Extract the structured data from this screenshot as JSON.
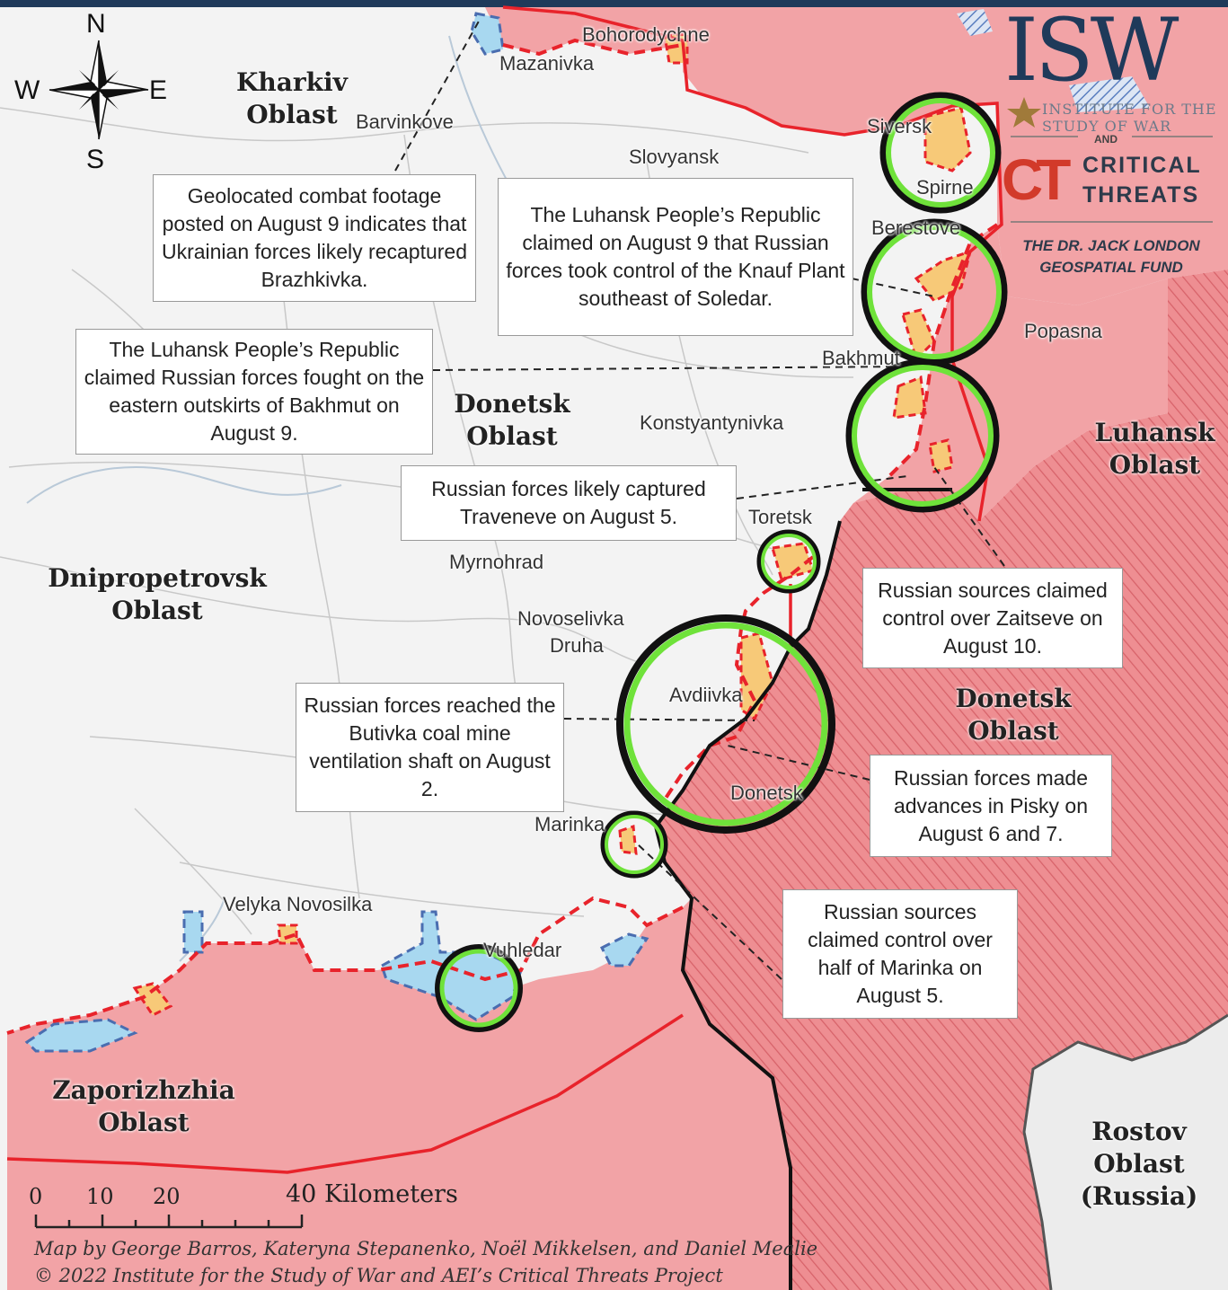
{
  "branding": {
    "isw_logo": "ISW",
    "isw_subtitle": "INSTITUTE FOR THE STUDY OF WAR",
    "and": "AND",
    "ct_logo": "CT",
    "ct_line1": "CRITICAL",
    "ct_line2": "THREATS",
    "fund_line1": "THE DR. JACK LONDON",
    "fund_line2": "GEOSPATIAL FUND"
  },
  "compass": {
    "n": "N",
    "s": "S",
    "e": "E",
    "w": "W"
  },
  "oblasts": {
    "kharkiv": [
      "Kharkiv",
      "Oblast"
    ],
    "donetsk_west": [
      "Donetsk",
      "Oblast"
    ],
    "dnipropetrovsk": [
      "Dnipropetrovsk",
      "Oblast"
    ],
    "luhansk": [
      "Luhansk",
      "Oblast"
    ],
    "donetsk_east": [
      "Donetsk",
      "Oblast"
    ],
    "zaporizhzhia": [
      "Zaporizhzhia",
      "Oblast"
    ],
    "rostov": [
      "Rostov",
      "Oblast",
      "(Russia)"
    ]
  },
  "towns": {
    "bohorodychne": "Bohorodychne",
    "mazanivka": "Mazanivka",
    "barvinkove": "Barvinkove",
    "slovyansk": "Slovyansk",
    "siversk": "Siversk",
    "spirne": "Spirne",
    "berestove": "Berestove",
    "popasna": "Popasna",
    "bakhmut": "Bakhmut",
    "konstyantynivka": "Konstyantynivka",
    "toretsk": "Toretsk",
    "myrnohrad": "Myrnohrad",
    "novoselivka": "Novoselivka",
    "druha": "Druha",
    "avdiivka": "Avdiivka",
    "donetsk": "Donetsk",
    "marinka": "Marinka",
    "velyka_novosilka": "Velyka Novosilka",
    "vuhledar": "Vuhledar"
  },
  "notes": {
    "brazhkivka": "Geolocated combat footage posted on August 9 indicates that Ukrainian forces likely recaptured Brazhkivka.",
    "knauf": "The Luhansk People’s Republic claimed on August 9 that Russian forces took control of the Knauf Plant southeast of Soledar.",
    "bakhmut": "The Luhansk People’s Republic claimed Russian forces fought on the eastern outskirts of Bakhmut on August 9.",
    "traveneve": "Russian forces likely captured Traveneve on August 5.",
    "zaitseve": "Russian sources claimed control over Zaitseve on August 10.",
    "butivka": "Russian forces reached the Butivka coal mine ventilation shaft on August 2.",
    "pisky": "Russian forces made advances in Pisky on August 6 and 7.",
    "marinka": "Russian sources claimed control over half of Marinka on August 5."
  },
  "scale": {
    "t0": "0",
    "t10": "10",
    "t20": "20",
    "t40": "40 Kilometers"
  },
  "credits": {
    "line1": "Map by George Barros, Kateryna Stepanenko, Noël Mikkelsen, and Daniel Mealie",
    "line2": "© 2022 Institute for the Study of War and AEI’s Critical Threats Project"
  },
  "colors": {
    "occupied": "#f2a3a6",
    "occupied_hatch": "#e46f74",
    "frontline": "#e8232b",
    "contested": "#f7c978",
    "ukrainian_counter": "#a8d8f0",
    "highlight": "#6fe23a",
    "land": "#f4f4f4"
  }
}
